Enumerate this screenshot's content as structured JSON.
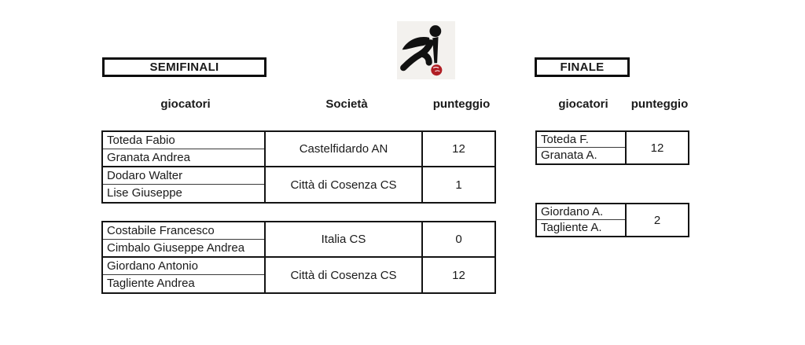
{
  "icon": {
    "name": "bocce-player-icon",
    "figure_color": "#111111",
    "ball_color": "#b01e24",
    "background_color": "#f3f1ee"
  },
  "colors": {
    "border": "#141414",
    "text": "#1a1a1a",
    "page_background": "#ffffff"
  },
  "sections": {
    "semifinali": {
      "title": "SEMIFINALI",
      "headers": {
        "players": "giocatori",
        "club": "Società",
        "score": "punteggio"
      },
      "matches": [
        {
          "teams": [
            {
              "players": [
                "Toteda Fabio",
                "Granata Andrea"
              ],
              "club": "Castelfidardo AN",
              "score": "12"
            },
            {
              "players": [
                "Dodaro Walter",
                "Lise Giuseppe"
              ],
              "club": "Città di Cosenza CS",
              "score": "1"
            }
          ]
        },
        {
          "teams": [
            {
              "players": [
                "Costabile Francesco",
                "Cimbalo Giuseppe Andrea"
              ],
              "club": "Italia CS",
              "score": "0"
            },
            {
              "players": [
                "Giordano Antonio",
                "Tagliente Andrea"
              ],
              "club": "Città di Cosenza CS",
              "score": "12"
            }
          ]
        }
      ]
    },
    "finale": {
      "title": "FINALE",
      "headers": {
        "players": "giocatori",
        "score": "punteggio"
      },
      "matches": [
        {
          "players": [
            "Toteda F.",
            "Granata A."
          ],
          "score": "12"
        },
        {
          "players": [
            "Giordano A.",
            "Tagliente A."
          ],
          "score": "2"
        }
      ]
    }
  }
}
